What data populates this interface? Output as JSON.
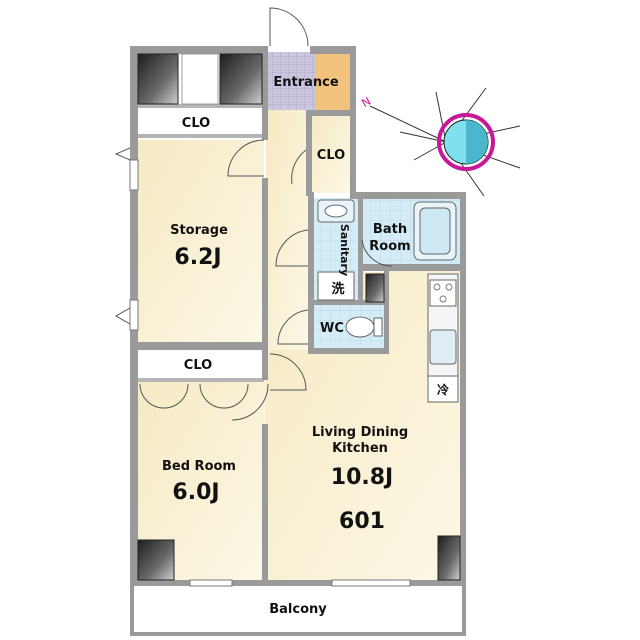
{
  "rooms": {
    "entrance": {
      "label": "Entrance"
    },
    "clo_top": {
      "label": "CLO"
    },
    "clo_entrance": {
      "label": "CLO"
    },
    "storage": {
      "label": "Storage",
      "size": "6.2J"
    },
    "bath": {
      "label_line1": "Bath",
      "label_line2": "Room"
    },
    "sanitary": {
      "label": "Sanitary"
    },
    "wash": {
      "label": "洗"
    },
    "wc": {
      "label": "WC"
    },
    "clo_bed": {
      "label": "CLO"
    },
    "bedroom": {
      "label": "Bed Room",
      "size": "6.0J"
    },
    "ldk": {
      "label_line1": "Living Dining",
      "label_line2": "Kitchen",
      "size": "10.8J"
    },
    "fridge": {
      "label": "冷"
    },
    "balcony": {
      "label": "Balcony"
    }
  },
  "unit_number": "601",
  "compass": {
    "north_label": "N",
    "ring_color": "#c8189a",
    "center_color": "#7fe0ee"
  },
  "colors": {
    "wall": "#9a9a9a",
    "floor_wood": "#f7efc8",
    "floor_tile": "#cfe8f3",
    "entrance_tile": "#c9c4de",
    "door_accent": "#f0c27a",
    "pillar": "#3a3a3a"
  }
}
